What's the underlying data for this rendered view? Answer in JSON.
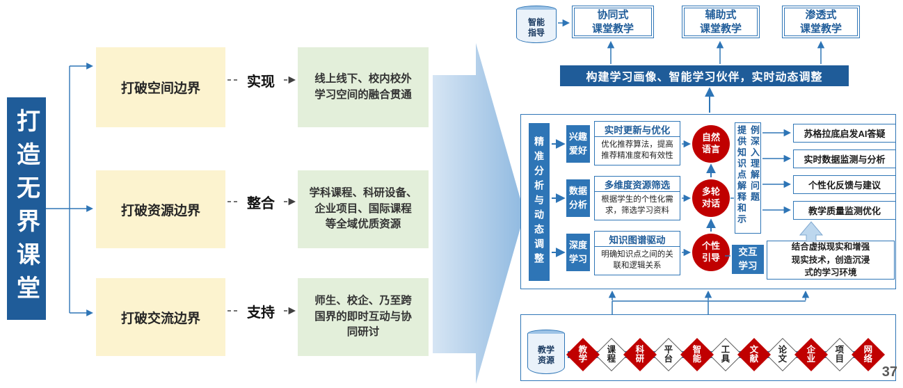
{
  "page_number": "37",
  "left_panel": {
    "banner": "打造无界课堂",
    "rows": [
      {
        "source": "打破空间边界",
        "verb": "实现",
        "target": "线上线下、校内校外\n学习空间的融合贯通"
      },
      {
        "source": "打破资源边界",
        "verb": "整合",
        "target": "学科课程、科研设备、\n企业项目、国际课程\n等全域优质资源"
      },
      {
        "source": "打破交流边界",
        "verb": "支持",
        "target": "师生、校企、乃至跨\n国界的即时互动与协\n同研讨"
      }
    ]
  },
  "top_right": {
    "cylinder": "智能\n指导",
    "modes": [
      "协同式\n课堂教学",
      "辅助式\n课堂教学",
      "渗透式\n课堂教学"
    ],
    "banner": "构建学习画像、智能学习伙伴，实时动态调整"
  },
  "analysis_panel": {
    "side_label": "精准分析与动态调整",
    "rows": [
      {
        "tag": "兴趣\n爱好",
        "title": "实时更新与优化",
        "desc": "优化推荐算法，提高\n推荐精准度和有效性",
        "circle": "自然\n语言"
      },
      {
        "tag": "数据\n分析",
        "title": "多维度资源筛选",
        "desc": "根据学生的个性化需\n求，筛选学习资料",
        "circle": "多轮\n对话"
      },
      {
        "tag": "深度\n学习",
        "title": "知识图谱驱动",
        "desc": "明确知识点之间的关\n联和逻辑关系",
        "circle": "个性\n引导"
      }
    ],
    "note": "提供知识点解释和示例深入理解问题",
    "outputs": [
      "苏格拉底启发AI答疑",
      "实时数据监测与分析",
      "个性化反馈与建议",
      "教学质量监测优化"
    ],
    "interaction_tag": "交互\n学习",
    "interaction_desc": "结合虚拟现实和增强\n现实技术，创造沉浸\n式的学习环境"
  },
  "resource_panel": {
    "cylinder": "教学\n资源",
    "items": [
      {
        "label": "教学",
        "style": "red"
      },
      {
        "label": "课程",
        "style": "white"
      },
      {
        "label": "科研",
        "style": "red"
      },
      {
        "label": "平台",
        "style": "white"
      },
      {
        "label": "智能",
        "style": "red"
      },
      {
        "label": "工具",
        "style": "white"
      },
      {
        "label": "文献",
        "style": "red"
      },
      {
        "label": "论文",
        "style": "white"
      },
      {
        "label": "企业",
        "style": "red"
      },
      {
        "label": "项目",
        "style": "white"
      },
      {
        "label": "网络",
        "style": "red"
      }
    ]
  }
}
